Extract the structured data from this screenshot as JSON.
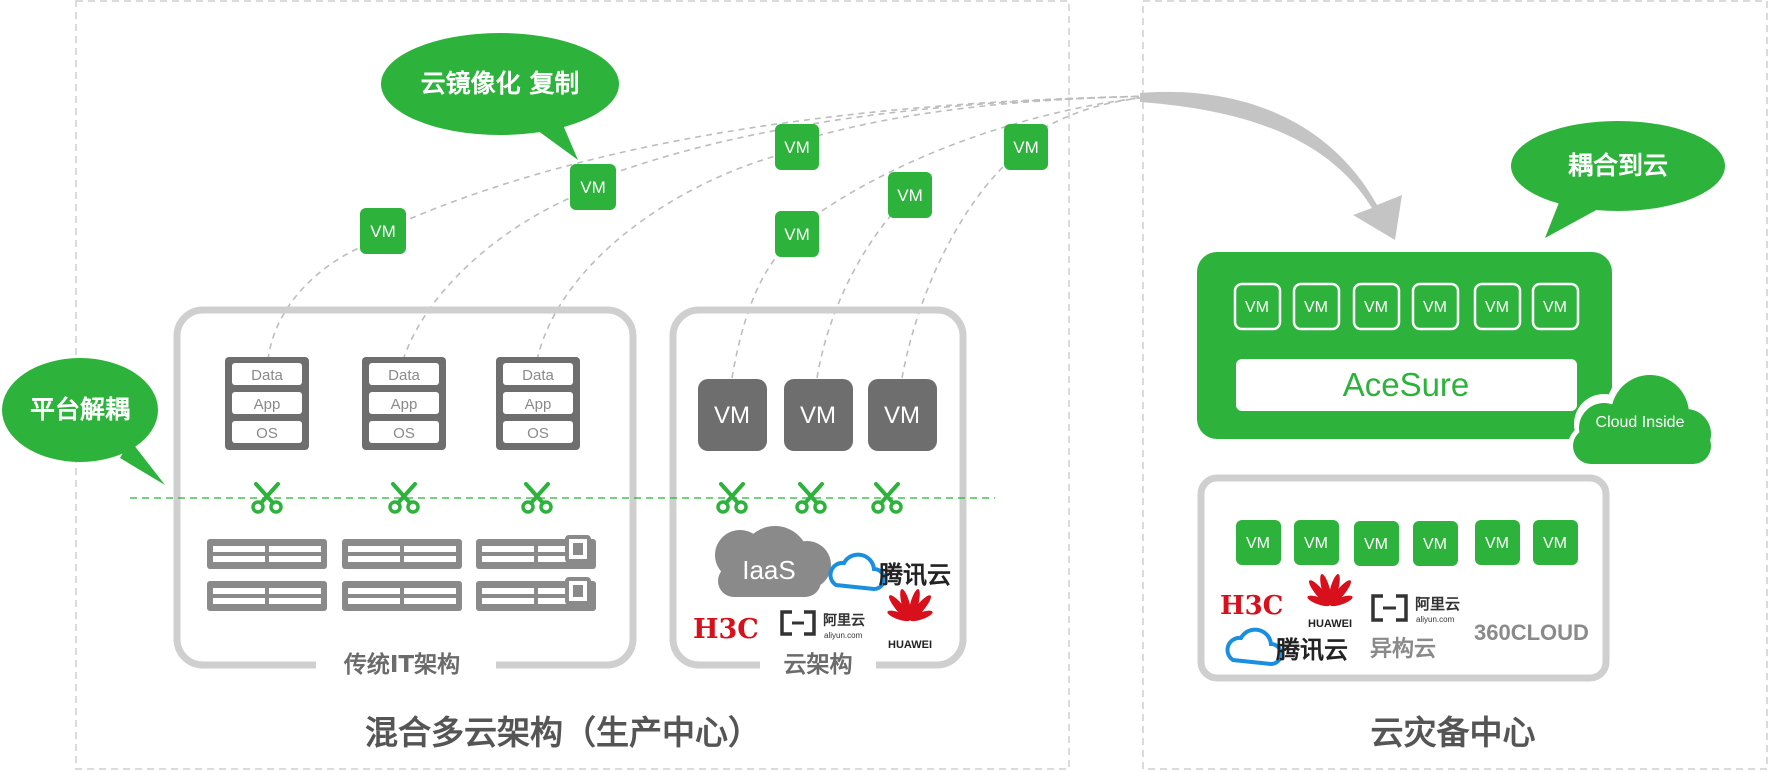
{
  "speech_bubbles": {
    "mirror_copy": "云镜像化 复制",
    "decouple": "平台解耦",
    "couple_to_cloud": "耦合到云"
  },
  "vm_label": "VM",
  "server_layers": [
    "Data",
    "App",
    "OS"
  ],
  "panels": {
    "traditional_it": "传统IT架构",
    "cloud_arch": "云架构",
    "hybrid_title": "混合多云架构（生产中心）",
    "dr_title": "云灾备中心",
    "heterogeneous_cloud": "异构云"
  },
  "iaas_label": "IaaS",
  "acesure_label": "AceSure",
  "cloud_inside_label": "Cloud Inside",
  "vendors": {
    "tencent": "腾讯云",
    "h3c": "H3C",
    "aliyun": "阿里云",
    "aliyun_sub": "aliyun.com",
    "huawei": "HUAWEI",
    "cloud360": "360CLOUD"
  },
  "colors": {
    "green": "#2db23b",
    "dark_gray": "#6e6e6e",
    "panel_gray": "#cfcfcf",
    "dashed": "#bdbdbd",
    "text_gray": "#6b6b6b",
    "h3c_red": "#d7101c",
    "tencent_blue": "#1a8fe0"
  }
}
